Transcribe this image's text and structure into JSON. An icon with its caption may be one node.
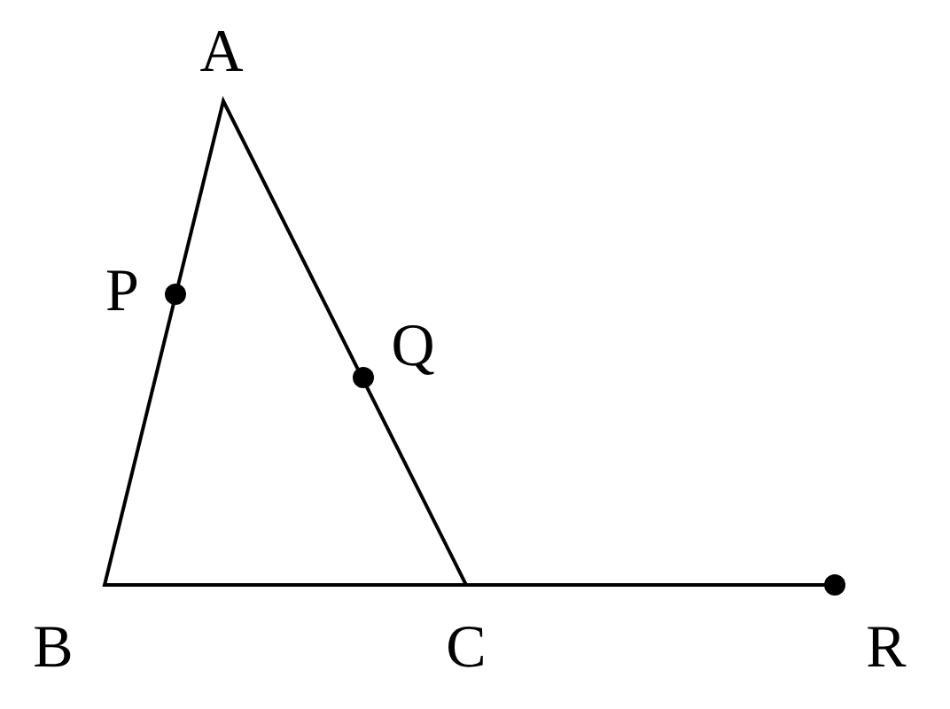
{
  "diagram": {
    "labels": [
      "A",
      "P",
      "Q",
      "B",
      "C",
      "R"
    ]
  }
}
